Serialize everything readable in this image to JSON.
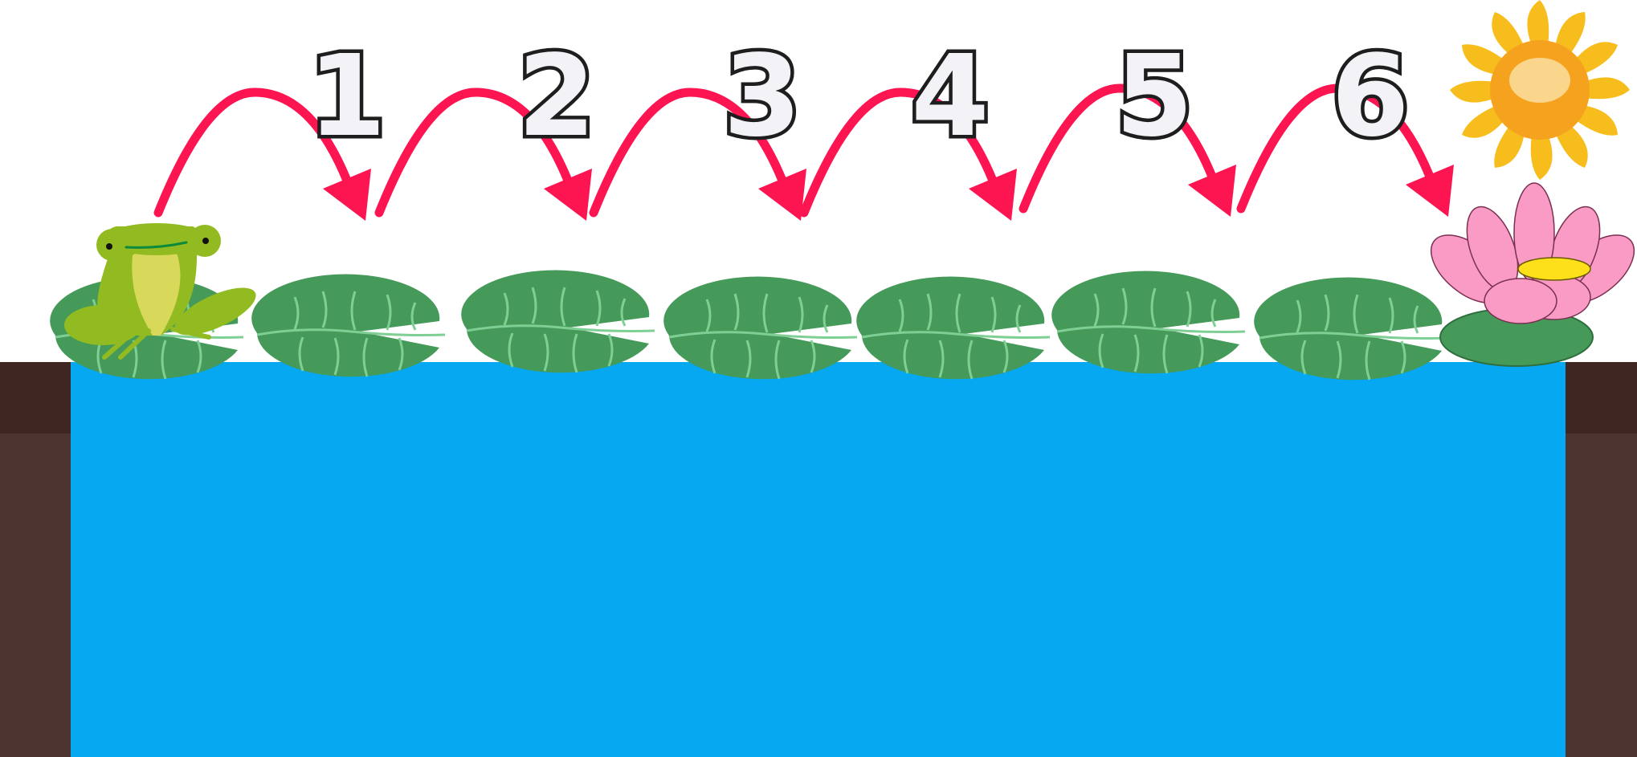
{
  "numbers": [
    {
      "label": "1"
    },
    {
      "label": "2"
    },
    {
      "label": "3"
    },
    {
      "label": "4"
    },
    {
      "label": "5"
    },
    {
      "label": "6"
    }
  ],
  "colors": {
    "water": "#05a8f1",
    "bank_dark": "#3f2623",
    "bank_light": "#4e3430",
    "arrow": "#fc1551",
    "pad": "#459a5a",
    "pad_vein": "#7fcf95",
    "frog": "#92bb21",
    "frog_belly": "#d8d85a",
    "lotus": "#f99bc5",
    "sun": "#f5a21f"
  },
  "icons": [
    "frog-icon",
    "lily-pad-icon",
    "lotus-icon",
    "sun-icon",
    "jump-arrow-icon"
  ]
}
